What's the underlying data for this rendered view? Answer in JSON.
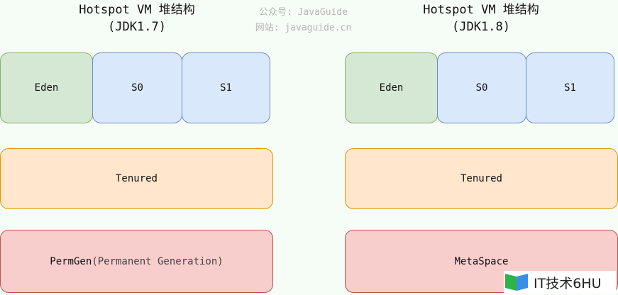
{
  "left": {
    "title_line1": "Hotspot VM  堆结构",
    "title_line2": "(JDK1.7)",
    "eden": "Eden",
    "s0": "S0",
    "s1": "S1",
    "tenured": "Tenured",
    "permgen": "PermGen",
    "permgen_sub": "(Permanent Generation)"
  },
  "right": {
    "title_line1": "Hotspot VM  堆结构",
    "title_line2": "(JDK1.8)",
    "eden": "Eden",
    "s0": "S0",
    "s1": "S1",
    "tenured": "Tenured",
    "metaspace": "MetaSpace"
  },
  "watermark": {
    "line1": "公众号: JavaGuide",
    "line2": "网站: javaguide.cn"
  },
  "logo": {
    "text": "IT技术6HU"
  }
}
